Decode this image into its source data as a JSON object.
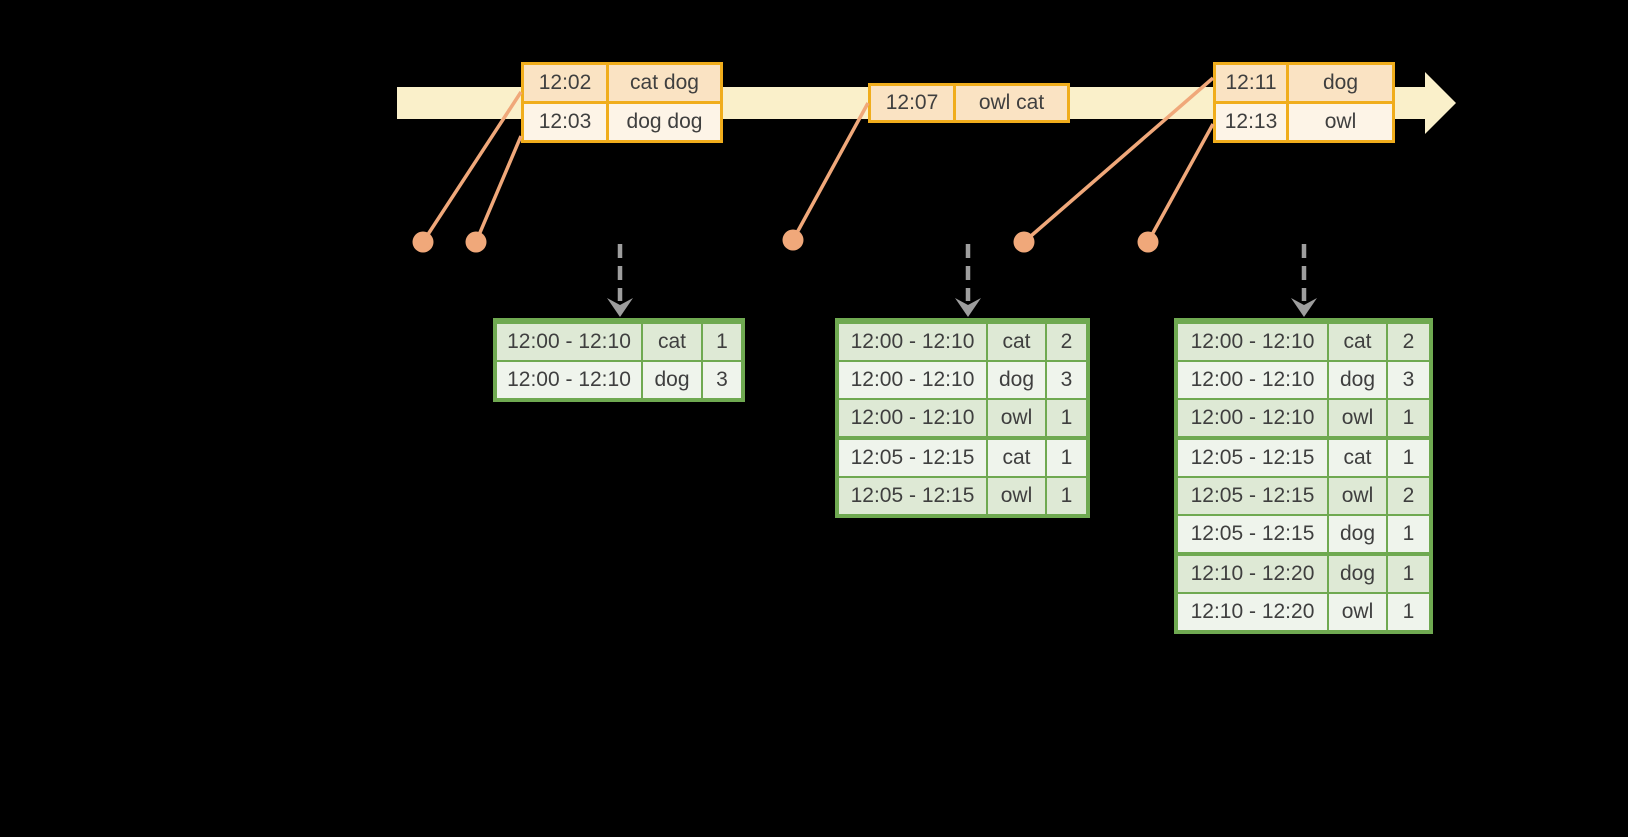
{
  "colors": {
    "background": "#000000",
    "timeline-fill": "#faf0ca",
    "event-border": "#f0ad1c",
    "event-row-a": "#fae3c3",
    "event-row-b": "#fdf4e7",
    "result-border": "#6fa951",
    "result-row-a": "#dee9d5",
    "result-row-b": "#eff4ec",
    "connector": "#f0a87a",
    "arrow-gray": "#9e9e9e",
    "text": "#3f3f3f"
  },
  "event_tables": [
    {
      "rows": [
        {
          "time": "12:02",
          "words": "cat dog"
        },
        {
          "time": "12:03",
          "words": "dog dog"
        }
      ]
    },
    {
      "rows": [
        {
          "time": "12:07",
          "words": "owl cat"
        }
      ]
    },
    {
      "rows": [
        {
          "time": "12:11",
          "words": "dog"
        },
        {
          "time": "12:13",
          "words": "owl"
        }
      ]
    }
  ],
  "result_tables": [
    {
      "rows": [
        {
          "window": "12:00 - 12:10",
          "word": "cat",
          "count": "1"
        },
        {
          "window": "12:00 - 12:10",
          "word": "dog",
          "count": "3"
        }
      ]
    },
    {
      "rows": [
        {
          "window": "12:00 - 12:10",
          "word": "cat",
          "count": "2"
        },
        {
          "window": "12:00 - 12:10",
          "word": "dog",
          "count": "3"
        },
        {
          "window": "12:00 - 12:10",
          "word": "owl",
          "count": "1"
        },
        {
          "window": "12:05 - 12:15",
          "word": "cat",
          "count": "1"
        },
        {
          "window": "12:05 - 12:15",
          "word": "owl",
          "count": "1"
        }
      ]
    },
    {
      "rows": [
        {
          "window": "12:00 - 12:10",
          "word": "cat",
          "count": "2"
        },
        {
          "window": "12:00 - 12:10",
          "word": "dog",
          "count": "3"
        },
        {
          "window": "12:00 - 12:10",
          "word": "owl",
          "count": "1"
        },
        {
          "window": "12:05 - 12:15",
          "word": "cat",
          "count": "1"
        },
        {
          "window": "12:05 - 12:15",
          "word": "owl",
          "count": "2"
        },
        {
          "window": "12:05 - 12:15",
          "word": "dog",
          "count": "1"
        },
        {
          "window": "12:10 - 12:20",
          "word": "dog",
          "count": "1"
        },
        {
          "window": "12:10 - 12:20",
          "word": "owl",
          "count": "1"
        }
      ]
    }
  ]
}
